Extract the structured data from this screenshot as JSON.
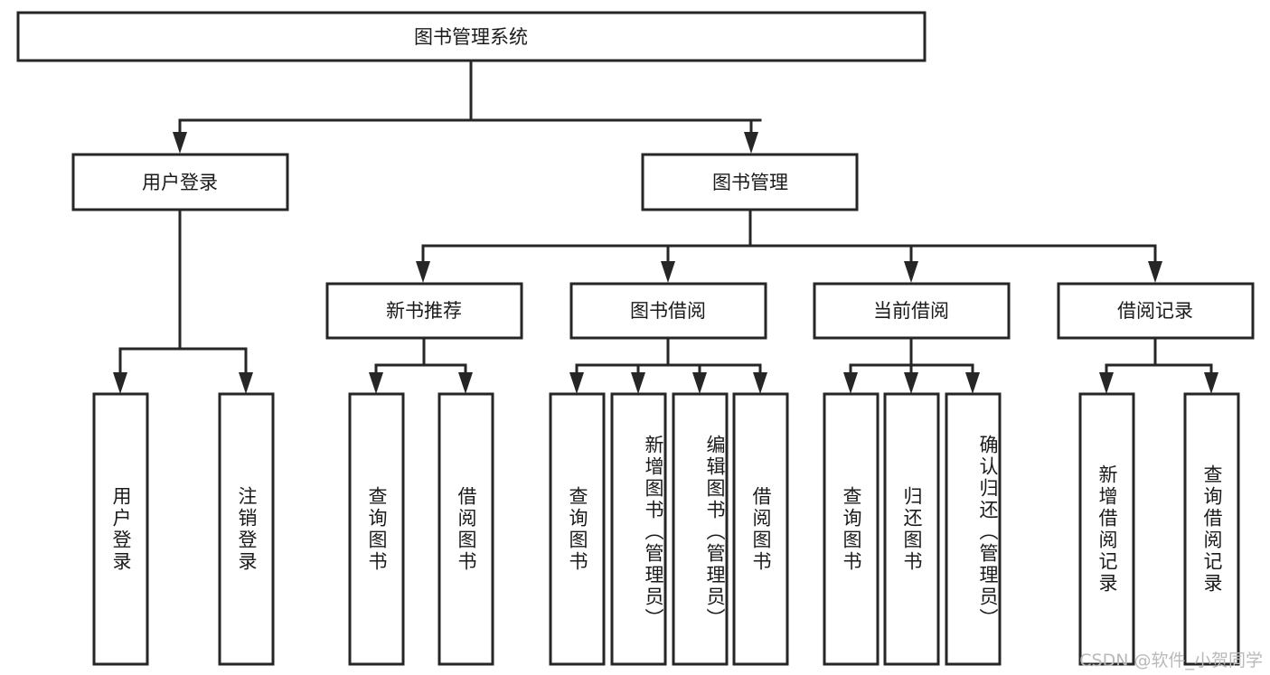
{
  "diagram": {
    "type": "tree-hierarchy",
    "title": "图书管理系统",
    "orientation": "top-down",
    "root": {
      "label": "图书管理系统",
      "level": 0
    },
    "level2": [
      {
        "label": "用户登录"
      },
      {
        "label": "图书管理"
      }
    ],
    "level3": [
      {
        "label": "新书推荐"
      },
      {
        "label": "图书借阅"
      },
      {
        "label": "当前借阅"
      },
      {
        "label": "借阅记录"
      }
    ],
    "leaves": {
      "user_login": [
        {
          "label": "用户登录"
        },
        {
          "label": "注销登录"
        }
      ],
      "new_book_recommend": [
        {
          "label": "查询图书"
        },
        {
          "label": "借阅图书"
        }
      ],
      "book_borrow": [
        {
          "label": "查询图书"
        },
        {
          "label": "新增图书（管理员）"
        },
        {
          "label": "编辑图书（管理员）"
        },
        {
          "label": "借阅图书"
        }
      ],
      "current_borrow": [
        {
          "label": "查询图书"
        },
        {
          "label": "归还图书"
        },
        {
          "label": "确认归还（管理员）"
        }
      ],
      "borrow_record": [
        {
          "label": "新增借阅记录"
        },
        {
          "label": "查询借阅记录"
        }
      ]
    },
    "colors": {
      "box_stroke": "#262626",
      "box_fill": "#ffffff",
      "text": "#1a1a1a",
      "background": "#ffffff",
      "watermark": "#b9b9b9"
    }
  },
  "watermark": {
    "text": "CSDN @软件_小贺同学"
  }
}
